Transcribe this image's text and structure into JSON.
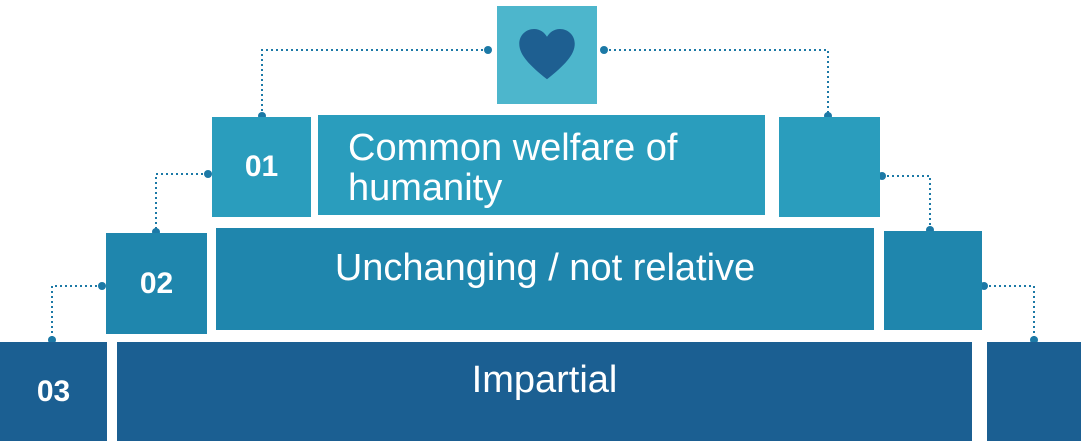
{
  "icon": {
    "name": "heart-icon"
  },
  "levels": [
    {
      "number": "01",
      "text": "Common welfare of humanity"
    },
    {
      "number": "02",
      "text": "Unchanging / not relative"
    },
    {
      "number": "03",
      "text": "Impartial"
    }
  ],
  "colors": {
    "level1": "#2a9dbd",
    "level2": "#1f86ad",
    "level3": "#1b5f92",
    "heart_box": "#4db6cc",
    "heart": "#1e5f91",
    "connector": "#1c79a6"
  }
}
